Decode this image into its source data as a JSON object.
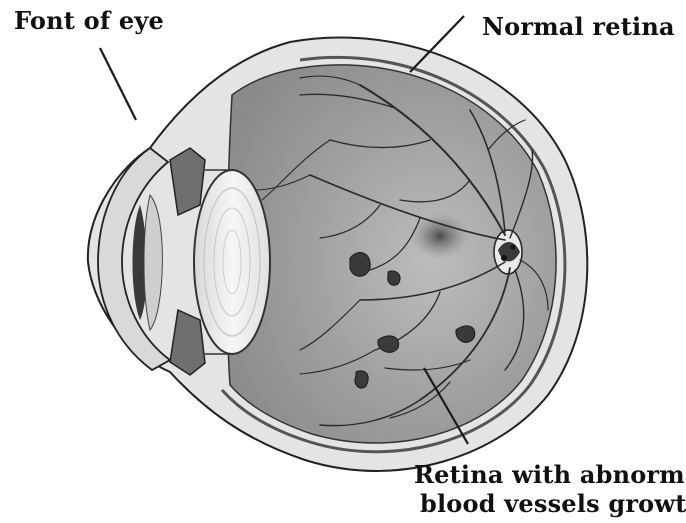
{
  "labels": {
    "front_of_eye": "Font of eye",
    "normal_retina": "Normal retina",
    "abnormal_line1": "Retina with abnormal",
    "abnormal_line2": "blood vessels growth"
  },
  "colors": {
    "background": "#ffffff",
    "outline": "#222222",
    "sclera": "#e2e2e2",
    "vitreous": "#9a9a9a",
    "vessels": "#2a2a2a",
    "lens": "#f2f2f2",
    "pointer": "#1a1a1a"
  }
}
